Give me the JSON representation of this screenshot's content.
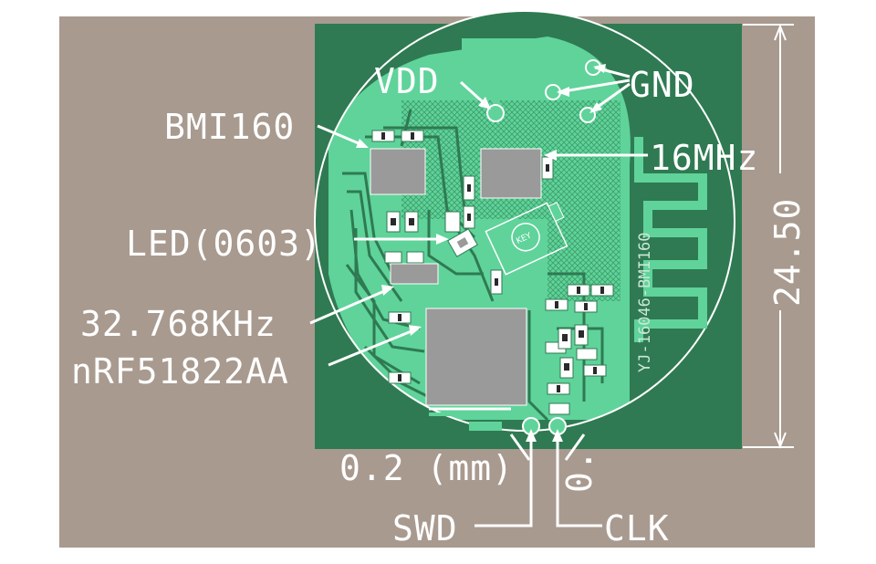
{
  "colors": {
    "background": "#a89a8f",
    "board": "#2f7a52",
    "copper": "#5fd39a",
    "outline": "#ffffff",
    "chip": "#9a9a9a"
  },
  "labels": {
    "vdd": "VDD",
    "gnd": "GND",
    "bmi160": "BMI160",
    "crystal_16mhz": "16MHz",
    "led": "LED(0603)",
    "crystal_32k": "32.768KHz",
    "mcu": "nRF51822AA",
    "dim_height": "24.50",
    "dim_gap": "0.2 (mm)",
    "dim_small": "0.",
    "swd": "SWD",
    "clk": "CLK"
  },
  "silkscreen": {
    "board_id": "YJ-16046-BMI160",
    "key": "KEY"
  }
}
